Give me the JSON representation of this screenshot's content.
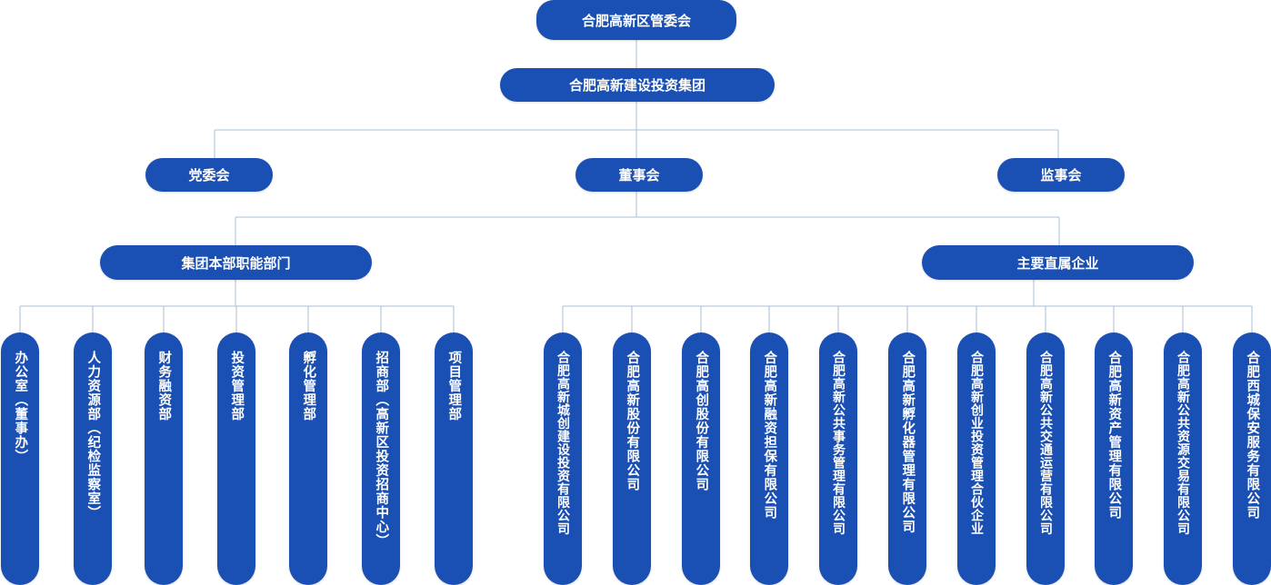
{
  "top": {
    "label": "合肥高新区管委会"
  },
  "group": {
    "label": "合肥高新建设投资集团"
  },
  "tier3": [
    {
      "label": "党委会"
    },
    {
      "label": "董事会"
    },
    {
      "label": "监事会"
    }
  ],
  "branches": [
    {
      "label": "集团本部职能部门"
    },
    {
      "label": "主要直属企业"
    }
  ],
  "departments": [
    {
      "label": "办公室（董事办）"
    },
    {
      "label": "人力资源部（纪检监察室）"
    },
    {
      "label": "财务融资部"
    },
    {
      "label": "投资管理部"
    },
    {
      "label": "孵化管理部"
    },
    {
      "label": "招商部（高新区投资招商中心）"
    },
    {
      "label": "项目管理部"
    }
  ],
  "companies": [
    {
      "label": "合肥高新城创建设投资有限公司"
    },
    {
      "label": "合肥高新股份有限公司"
    },
    {
      "label": "合肥高创股份有限公司"
    },
    {
      "label": "合肥高新融资担保有限公司"
    },
    {
      "label": "合肥高新公共事务管理有限公司"
    },
    {
      "label": "合肥高新孵化器管理有限公司"
    },
    {
      "label": "合肥高新创业投资管理合伙企业"
    },
    {
      "label": "合肥高新公共交通运营有限公司"
    },
    {
      "label": "合肥高新资产管理有限公司"
    },
    {
      "label": "合肥高新公共资源交易有限公司"
    },
    {
      "label": "合肥西城保安服务有限公司"
    }
  ],
  "colors": {
    "node": "#1a4fb3",
    "line": "#a9bfd6",
    "text": "#ffffff"
  }
}
